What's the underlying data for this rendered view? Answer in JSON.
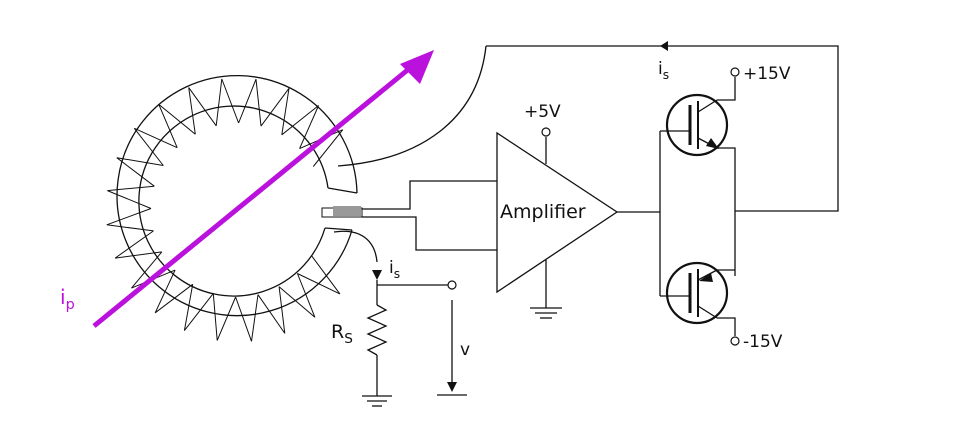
{
  "labels": {
    "primary_current": "ip",
    "secondary_current_top": "is",
    "secondary_current_bottom": "is",
    "plus_5v": "+5V",
    "amplifier": "Amplifier",
    "plus_15v": "+15V",
    "minus_15v": "-15V",
    "sense_resistor": "RS",
    "output_voltage": "v"
  },
  "colors": {
    "primary_conductor": "#bb11dd",
    "hall_sensor": "#999999",
    "lines": "#111111"
  },
  "icons": {
    "transistor": "bipolar-transistor",
    "ground": "ground-symbol",
    "resistor": "zigzag-resistor",
    "terminal": "open-circle-terminal"
  }
}
